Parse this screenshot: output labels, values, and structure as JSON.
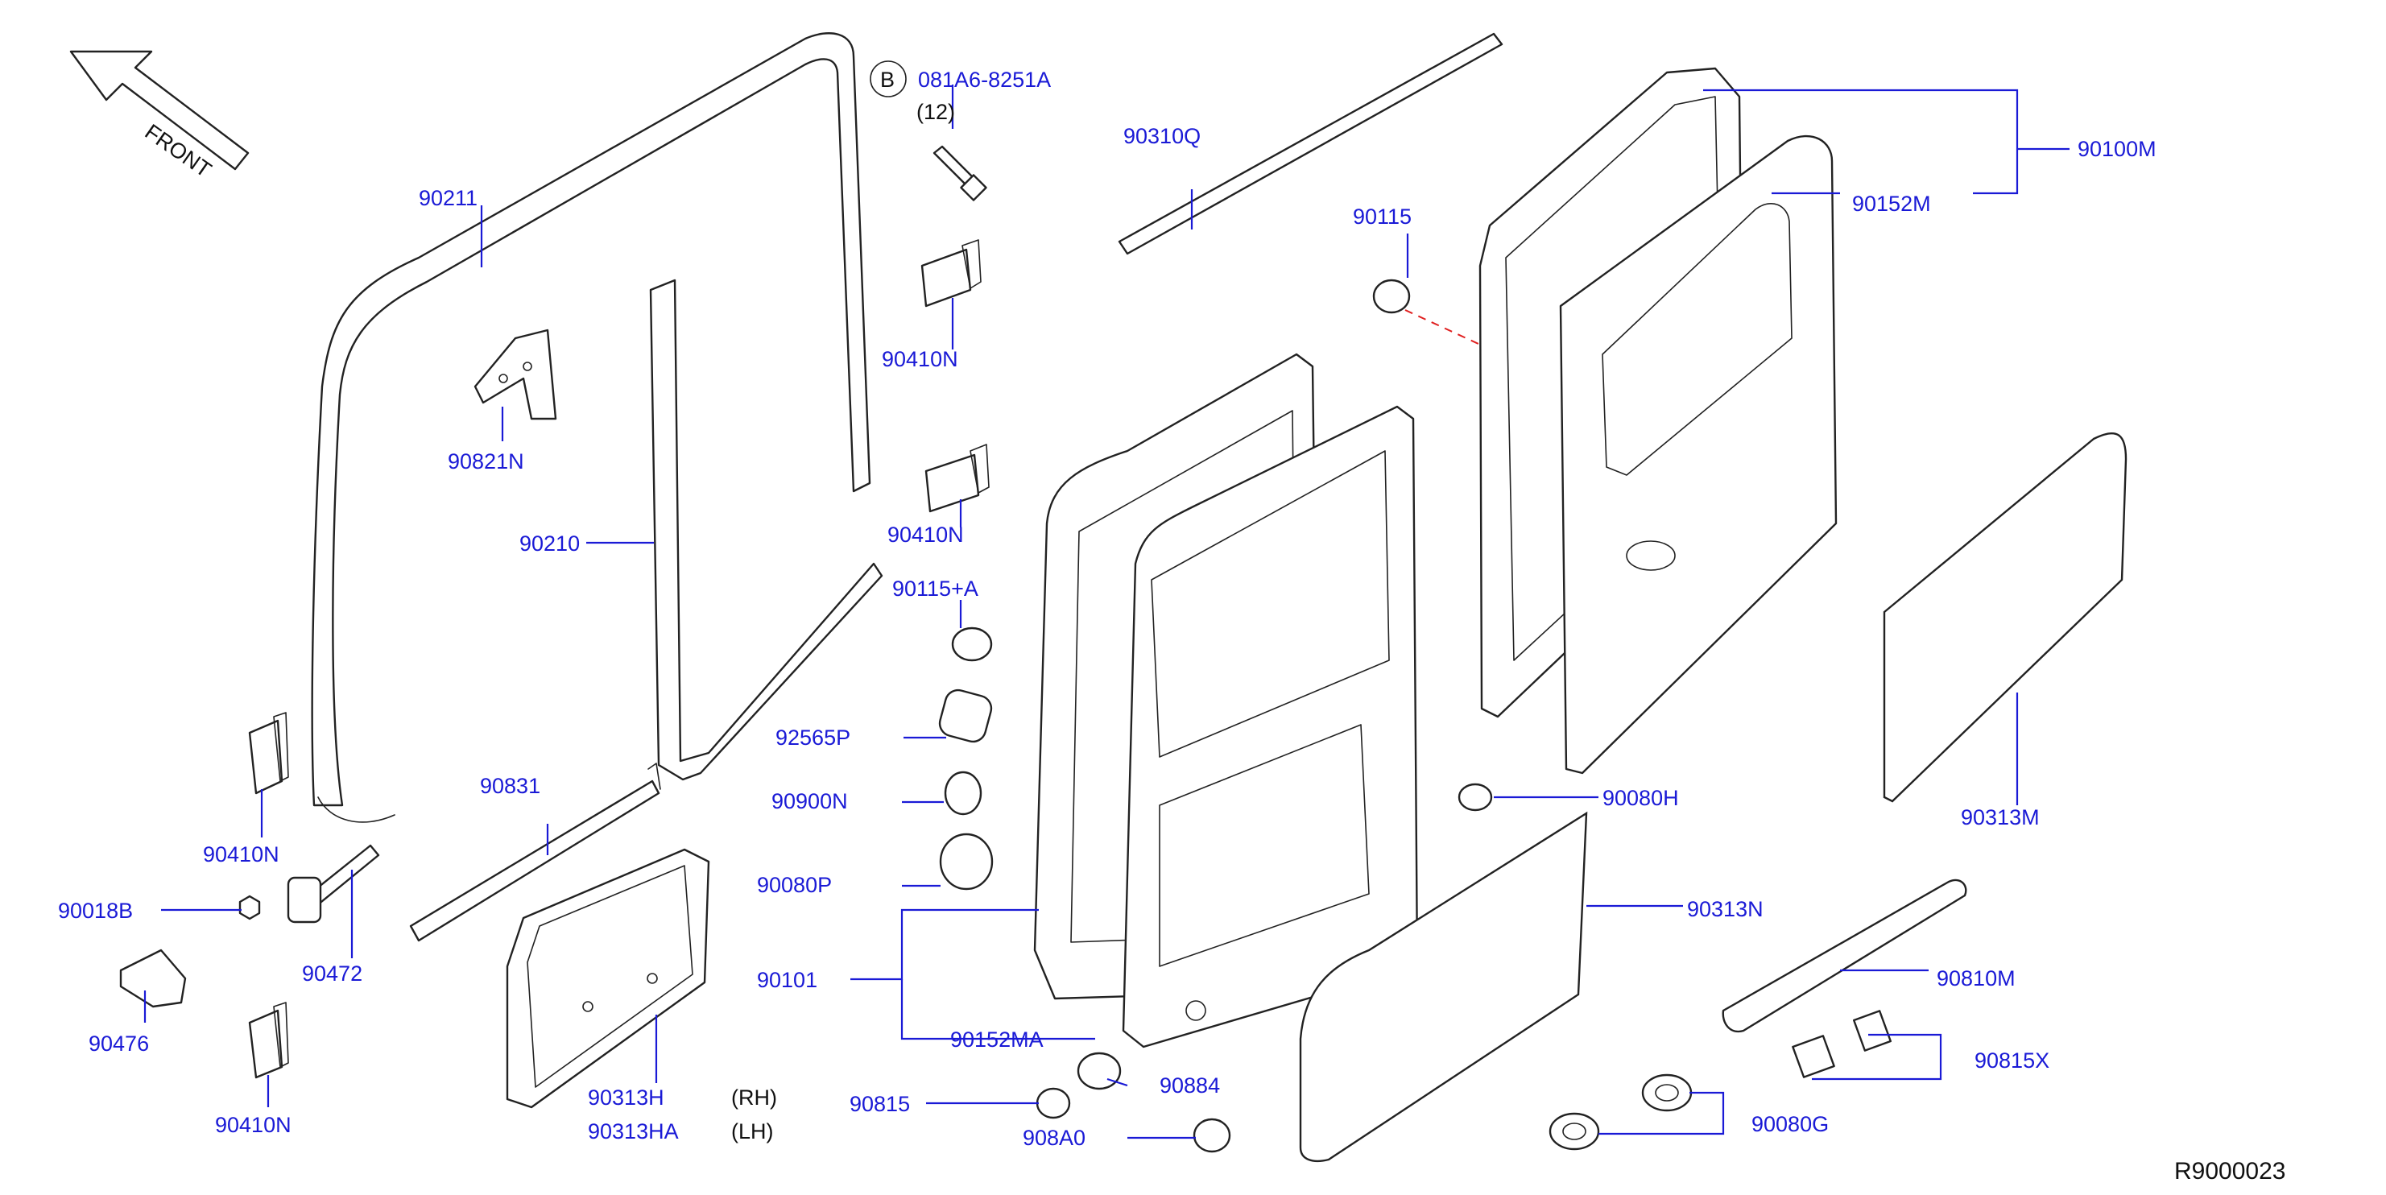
{
  "front_label": "FRONT",
  "diagram_code": "R9000023",
  "ref_symbol": "B",
  "bolt_part": "081A6-8251A",
  "bolt_qty": "(12)",
  "rh_label": "(RH)",
  "lh_label": "(LH)",
  "parts": {
    "p90211": "90211",
    "p90821N": "90821N",
    "p90210": "90210",
    "p90410N_top": "90410N",
    "p90410N_mid": "90410N",
    "p90410N_left": "90410N",
    "p90410N_bottom": "90410N",
    "p90115A": "90115+A",
    "p92565P": "92565P",
    "p90900N": "90900N",
    "p90080P": "90080P",
    "p90101": "90101",
    "p90152MA": "90152MA",
    "p90831": "90831",
    "p90018B": "90018B",
    "p90472": "90472",
    "p90476": "90476",
    "p90313H": "90313H",
    "p90313HA": "90313HA",
    "p90815": "90815",
    "p90884": "90884",
    "p908A0": "908A0",
    "p90310Q": "90310Q",
    "p90115": "90115",
    "p90100M": "90100M",
    "p90152M": "90152M",
    "p90080H": "90080H",
    "p90313M": "90313M",
    "p90313N": "90313N",
    "p90810M": "90810M",
    "p90815X": "90815X",
    "p90080G": "90080G"
  },
  "colors": {
    "callout": "#1a1ad6",
    "line": "#222222",
    "dashed_ref": "#e02020"
  }
}
